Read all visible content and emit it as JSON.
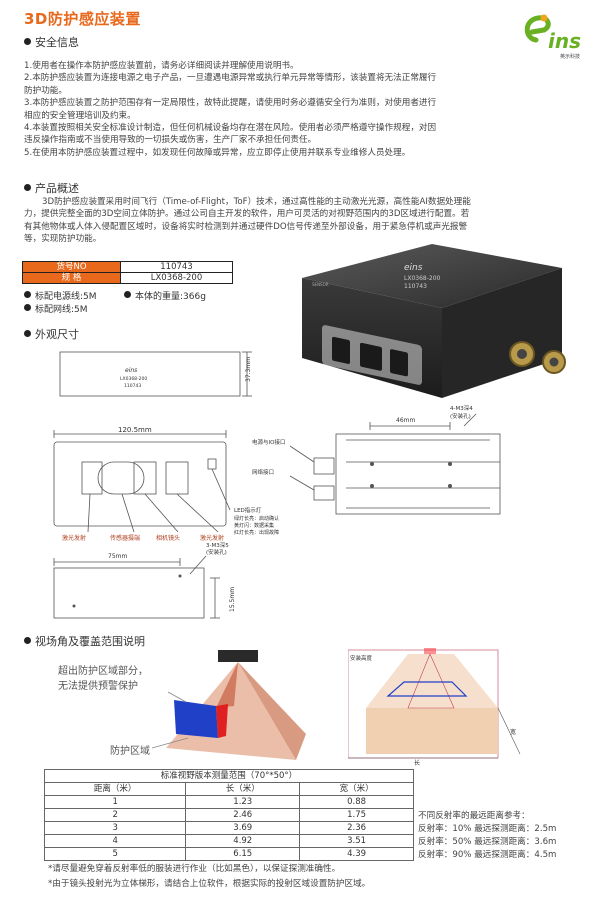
{
  "title": "3D防护感应装置",
  "safety": {
    "heading": "安全信息",
    "lines": [
      "1.使用者在操作本防护感应装置前，请务必详细阅读并理解使用说明书。",
      "2.本防护感应装置为连接电源之电子产品，一旦遭遇电源异常或执行单元异常等情形，该装置将无法正常履行",
      "防护功能。",
      "3.本防护感应装置之防护范围存有一定局限性，故特此提醒，请使用时务必遵循安全行为准则，对使用者进行",
      "相应的安全管理培训及约束。",
      "4.本装置按照相关安全标准设计制造，但任何机械设备均存在潜在风险。使用者必须严格遵守操作规程，对因",
      "违反操作指南或不当使用导致的一切损失或伤害，生产厂家不承担任何责任。",
      "5.在使用本防护感应装置过程中，如发现任何故障或异常，应立即停止使用并联系专业维修人员处理。"
    ]
  },
  "overview": {
    "heading": "产品概述",
    "lines": [
      "3D防护感应装置采用时间飞行（Time-of-Flight，ToF）技术，通过高性能的主动激光光源，高性能AI数据处理能",
      "力，提供完整全面的3D空间立体防护。通过公司自主开发的软件，用户可灵活的对视野范围内的3D区域进行配置。若",
      "有其他物体或人体入侵配置区域时，设备将实时检测到并通过硬件DO信号传递至外部设备，用于紧急停机或声光报警",
      "等，实现防护功能。"
    ]
  },
  "spec": {
    "rows": [
      {
        "label": "货号NO",
        "value": "110743"
      },
      {
        "label": "规  格",
        "value": "LX0368-200"
      }
    ],
    "bullets": [
      "标配电源线:5M",
      "本体的重量:366g",
      "标配网线:5M"
    ]
  },
  "device_photo": {
    "logo": "eins",
    "model": "LX0368-200",
    "code": "110743",
    "side": "SENSOR"
  },
  "dimensions": {
    "heading": "外观尺寸",
    "width_label": "120.5mm",
    "height_label": "37.3mm",
    "front_logo": "eins",
    "front_model": "LX0368-200",
    "front_code": "110743",
    "tags": [
      "激光发射",
      "传感器摄端",
      "相机镜头",
      "激光发射"
    ],
    "led_title": "LED指示灯",
    "led_lines": [
      "绿灯长亮：启动确认",
      "黄灯闪：数据采集",
      "红灯长亮：出现故障"
    ],
    "side_labels": [
      "电源与IO接口",
      "网络接口"
    ],
    "top_dim": "46mm",
    "screw1": "4-M3深4",
    "screw1_sub": "(安装孔)",
    "screw2": "3-M3深5",
    "screw2_sub": "(安装孔)",
    "bottom_dim": "75mm",
    "bottom_h": "15.5mm"
  },
  "fov": {
    "heading": "视场角及覆盖范围说明",
    "note1": "超出防护区域部分，",
    "note2": "无法提供预警保护",
    "note3": "防护区域",
    "diag_label_tl": "安装高度",
    "diag_label_r": "宽",
    "diag_label_b": "长"
  },
  "measure_table": {
    "title": "标准视野版本测量范围（70°*50°）",
    "headers": [
      "距离（米）",
      "长（米）",
      "宽（米）"
    ],
    "rows": [
      [
        "1",
        "1.23",
        "0.88"
      ],
      [
        "2",
        "2.46",
        "1.75"
      ],
      [
        "3",
        "3.69",
        "2.36"
      ],
      [
        "4",
        "4.92",
        "3.51"
      ],
      [
        "5",
        "6.15",
        "4.39"
      ]
    ]
  },
  "reflectivity": {
    "title": "不同反射率的最远距离参考：",
    "lines": [
      "反射率：10% 最远探测距离：2.5m",
      "反射率：50% 最远探测距离：3.6m",
      "反射率：90% 最远探测距离：4.5m"
    ]
  },
  "footnotes": [
    "*请尽量避免穿着反射率低的服装进行作业（比如黑色），以保证探测准确性。",
    "*由于镜头投射光为立体梯形，请结合上位软件，根据实际的投射区域设置防护区域。"
  ],
  "logo_sub": "英示科技",
  "colors": {
    "accent": "#e8681c",
    "logo_green": "#6ab023"
  }
}
